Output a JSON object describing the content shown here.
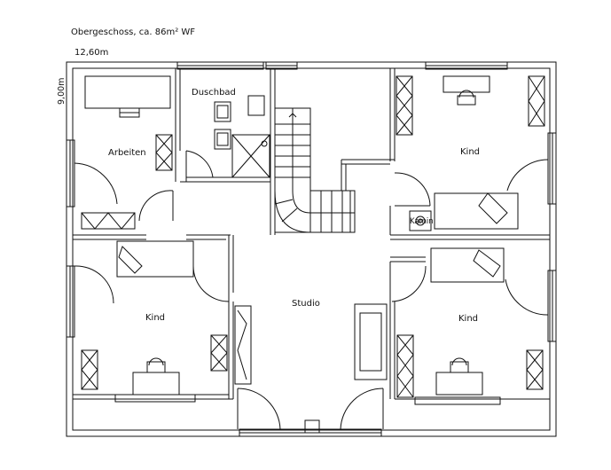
{
  "title": "Obergeschoss, ca. 86m² WF",
  "dim_width": "12,60m",
  "dim_depth": "9,00m",
  "rooms": {
    "arbeiten": "Arbeiten",
    "duschbad": "Duschbad",
    "kind_ne": "Kind",
    "kind_sw": "Kind",
    "kind_se": "Kind",
    "studio": "Studio",
    "kamin": "Kamin"
  },
  "colors": {
    "line": "#111111",
    "background": "#ffffff"
  }
}
